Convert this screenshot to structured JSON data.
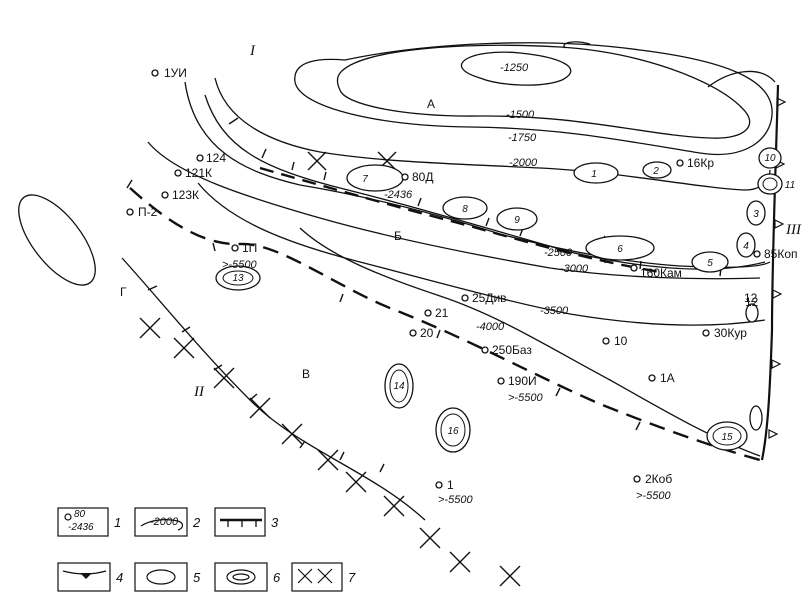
{
  "regions": [
    "I",
    "II",
    "III"
  ],
  "zones": [
    "А",
    "Б",
    "В",
    "Г"
  ],
  "contours": [
    "-1250",
    "-1500",
    "-1750",
    "-2000",
    "-2500",
    "-3000",
    "-3500",
    "-4000"
  ],
  "wells": [
    {
      "id": "1УИ",
      "depth": ""
    },
    {
      "id": "124",
      "depth": ""
    },
    {
      "id": "121К",
      "depth": ""
    },
    {
      "id": "123К",
      "depth": ""
    },
    {
      "id": "П-2",
      "depth": ""
    },
    {
      "id": "80Д",
      "depth": "-2436"
    },
    {
      "id": "16Кр",
      "depth": ""
    },
    {
      "id": "1П",
      "depth": ">-5500"
    },
    {
      "id": "160Кам",
      "depth": ""
    },
    {
      "id": "85Коп",
      "depth": ""
    },
    {
      "id": "25Див",
      "depth": ""
    },
    {
      "id": "21",
      "depth": ""
    },
    {
      "id": "20",
      "depth": ""
    },
    {
      "id": "250Баз",
      "depth": ""
    },
    {
      "id": "190И",
      "depth": ">-5500"
    },
    {
      "id": "10",
      "depth": ""
    },
    {
      "id": "30Кур",
      "depth": ""
    },
    {
      "id": "1А",
      "depth": ""
    },
    {
      "id": "12",
      "depth": ""
    },
    {
      "id": "1",
      "depth": ">-5500"
    },
    {
      "id": "2Коб",
      "depth": ">-5500"
    }
  ],
  "structures": [
    "1",
    "2",
    "3",
    "4",
    "5",
    "6",
    "7",
    "8",
    "9",
    "10",
    "11",
    "12",
    "13",
    "14",
    "15",
    "16"
  ],
  "legend": [
    {
      "num": "1",
      "sample_top": "80",
      "sample_bottom": "-2436"
    },
    {
      "num": "2",
      "sample": "-2000"
    },
    {
      "num": "3"
    },
    {
      "num": "4"
    },
    {
      "num": "5"
    },
    {
      "num": "6"
    },
    {
      "num": "7"
    }
  ]
}
